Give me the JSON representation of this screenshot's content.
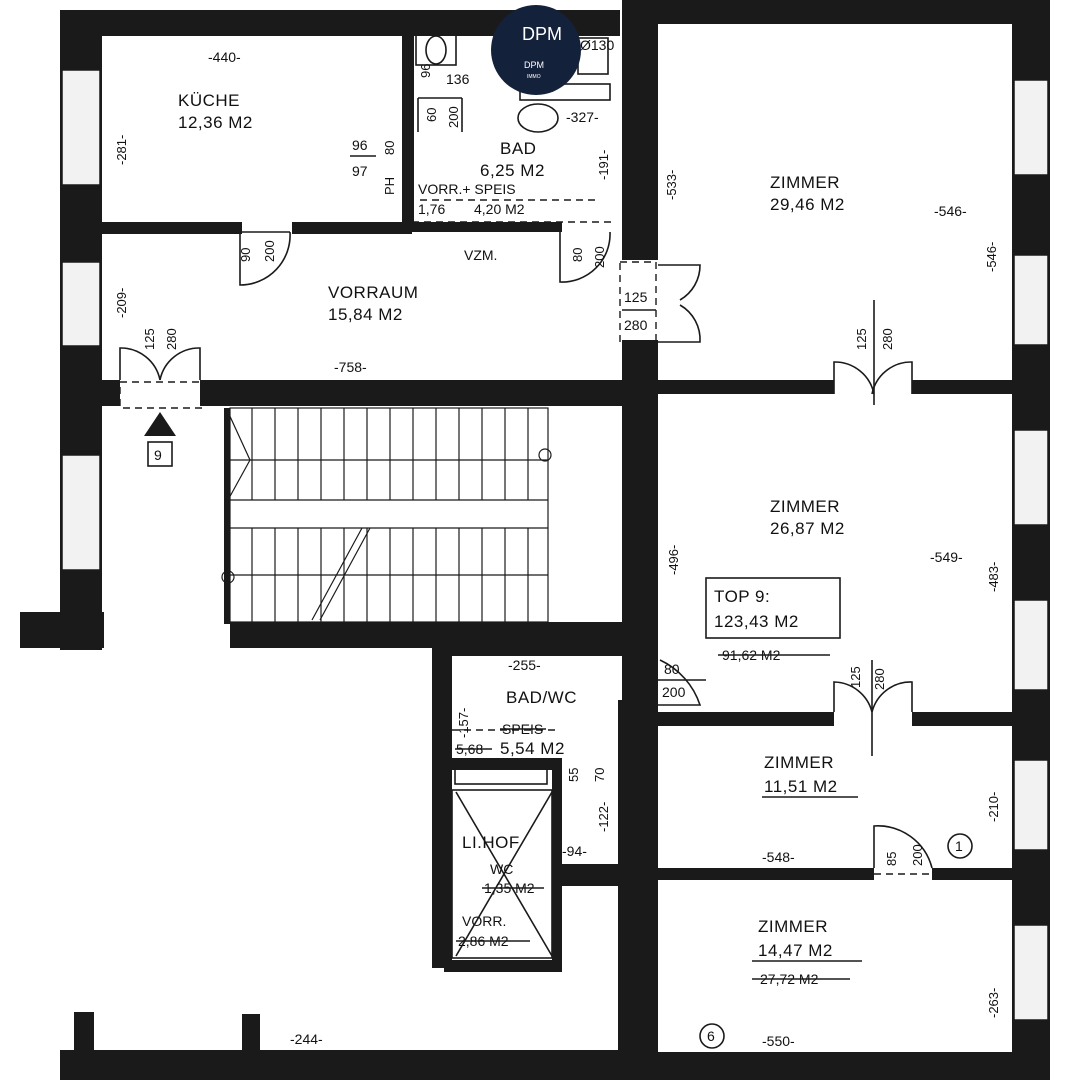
{
  "logo": {
    "monogram": "DPM",
    "name": "DPM",
    "sub": "IMMO",
    "bg_color": "#13213a"
  },
  "rooms": {
    "kueche": {
      "name": "KÜCHE",
      "area": "12,36 M2"
    },
    "bad_top": {
      "name": "BAD",
      "area": "6,25 M2"
    },
    "vorr_top": {
      "name": "VORR.+ SPEIS",
      "area_a": "1,76",
      "area_b": "4,20 M2"
    },
    "vzm": {
      "name": "VZM."
    },
    "vorraum": {
      "name": "VORRAUM",
      "area": "15,84 M2"
    },
    "zimmer_1": {
      "name": "ZIMMER",
      "area": "29,46 M2"
    },
    "zimmer_2": {
      "name": "ZIMMER",
      "area": "26,87 M2"
    },
    "top9": {
      "label": "TOP 9:",
      "area": "123,43 M2",
      "old_area": "91,62 M2"
    },
    "bad_wc": {
      "name": "BAD/WC",
      "old_name": "SPEIS",
      "old_area": "5,68",
      "area": "5,54 M2"
    },
    "lichthof": {
      "name": "LI.HOF",
      "old_name": "WC",
      "old_area": "1,35 M2",
      "old_name2": "VORR.",
      "old_area2": "2,86 M2"
    },
    "zimmer_3": {
      "name": "ZIMMER",
      "area": "11,51 M2"
    },
    "zimmer_4": {
      "name": "ZIMMER",
      "area": "14,47 M2",
      "old_area": "27,72 M2"
    }
  },
  "dimensions": {
    "kueche_w": "-440-",
    "kueche_h": "-281-",
    "ph_a": "96",
    "ph_b": "80",
    "ph_c": "97",
    "ph_label": "PH",
    "bad_w1": "136",
    "bad_w2": "-327-",
    "bad_d": "Ø130",
    "bad_h": "-191-",
    "bad_v1": "96",
    "bad_v2": "60",
    "bad_v3": "200",
    "vorraum_w": "-758-",
    "vorraum_h": "-209-",
    "door_kv_a": "90",
    "door_kv_b": "200",
    "door_vr_a": "125",
    "door_vr_b": "280",
    "door_vzm_a": "80",
    "door_vzm_b": "200",
    "door_z1_a": "125",
    "door_z1_b": "280",
    "z1_w": "-546-",
    "z1_h": "-546-",
    "z1_l": "-533-",
    "door_z1in_a": "125",
    "door_z1in_b": "280",
    "z2_w": "-549-",
    "z2_h": "-483-",
    "z2_l": "-496-",
    "door_z2_a": "125",
    "door_z2_b": "280",
    "badwc_w": "-255-",
    "badwc_h": "-157-",
    "badwc_d_a": "80",
    "badwc_d_b": "200",
    "li_a": "55",
    "li_b": "70",
    "li_c": "-122-",
    "li_d": "-94-",
    "z3_w": "-548-",
    "z3_h": "-210-",
    "door_z3_a": "85",
    "door_z3_b": "200",
    "z4_w": "-550-",
    "z4_h": "-263-",
    "bottom_w": "-244-"
  },
  "markers": {
    "entrance": "9",
    "circle_1": "1",
    "circle_6": "6"
  }
}
